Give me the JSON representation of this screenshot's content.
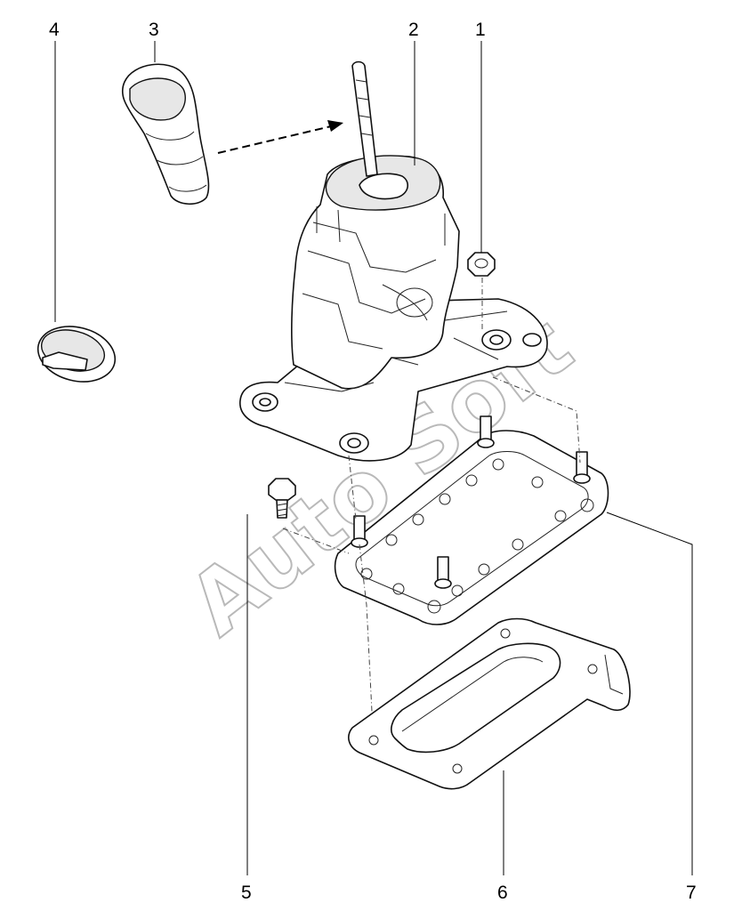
{
  "figure": {
    "callouts": [
      {
        "id": "1",
        "label": "1"
      },
      {
        "id": "2",
        "label": "2"
      },
      {
        "id": "3",
        "label": "3"
      },
      {
        "id": "4",
        "label": "4"
      },
      {
        "id": "5",
        "label": "5"
      },
      {
        "id": "6",
        "label": "6"
      },
      {
        "id": "7",
        "label": "7"
      }
    ],
    "watermark": "Auto Soft"
  }
}
